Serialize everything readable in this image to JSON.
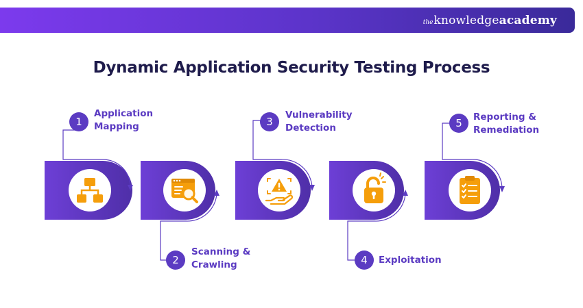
{
  "brand": {
    "prefix": "the",
    "part1": "knowledge",
    "part2": "academy"
  },
  "title": "Dynamic Application Security Testing Process",
  "colors": {
    "accent": "#5b3bc2",
    "icon": "#f59e0b",
    "title": "#1e1b4b"
  },
  "steps": [
    {
      "number": "1",
      "label": "Application\nMapping",
      "icon": "sitemap-icon"
    },
    {
      "number": "2",
      "label": "Scanning &\nCrawling",
      "icon": "browser-search-icon"
    },
    {
      "number": "3",
      "label": "Vulnerability\nDetection",
      "icon": "warning-hand-icon"
    },
    {
      "number": "4",
      "label": "Exploitation",
      "icon": "unlocked-padlock-icon"
    },
    {
      "number": "5",
      "label": "Reporting &\nRemediation",
      "icon": "checklist-clipboard-icon"
    }
  ]
}
